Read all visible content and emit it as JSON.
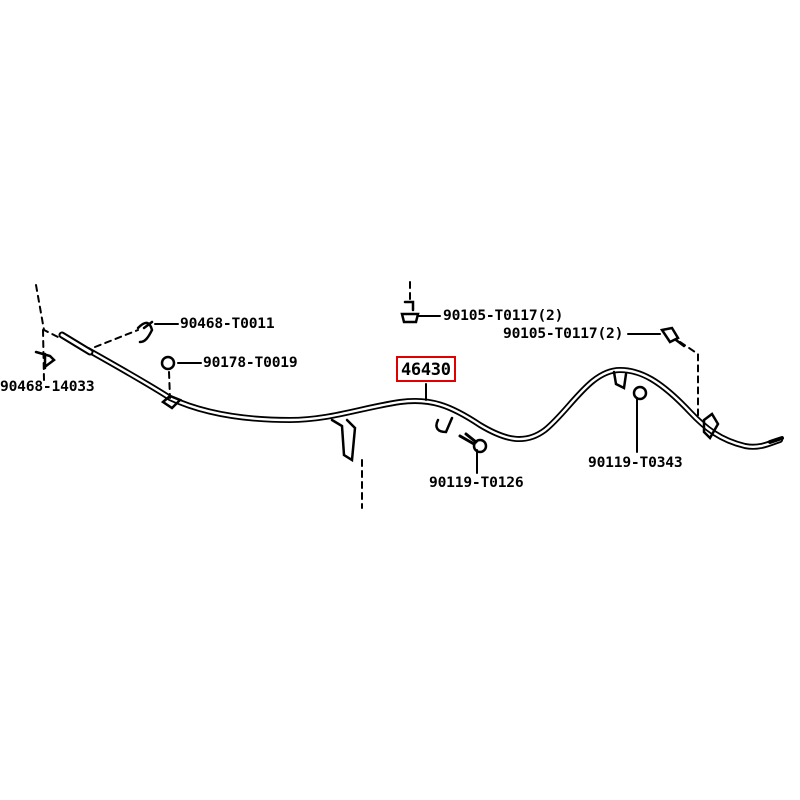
{
  "diagram": {
    "main_part": {
      "number": "46430",
      "highlight_color": "#e00000"
    },
    "callouts": [
      {
        "part": "90468-T0011"
      },
      {
        "part": "90178-T0019"
      },
      {
        "part": "90468-14033"
      },
      {
        "part": "90105-T0117(2)"
      },
      {
        "part": "90105-T0117(2)"
      },
      {
        "part": "90119-T0126"
      },
      {
        "part": "90119-T0343"
      }
    ]
  }
}
